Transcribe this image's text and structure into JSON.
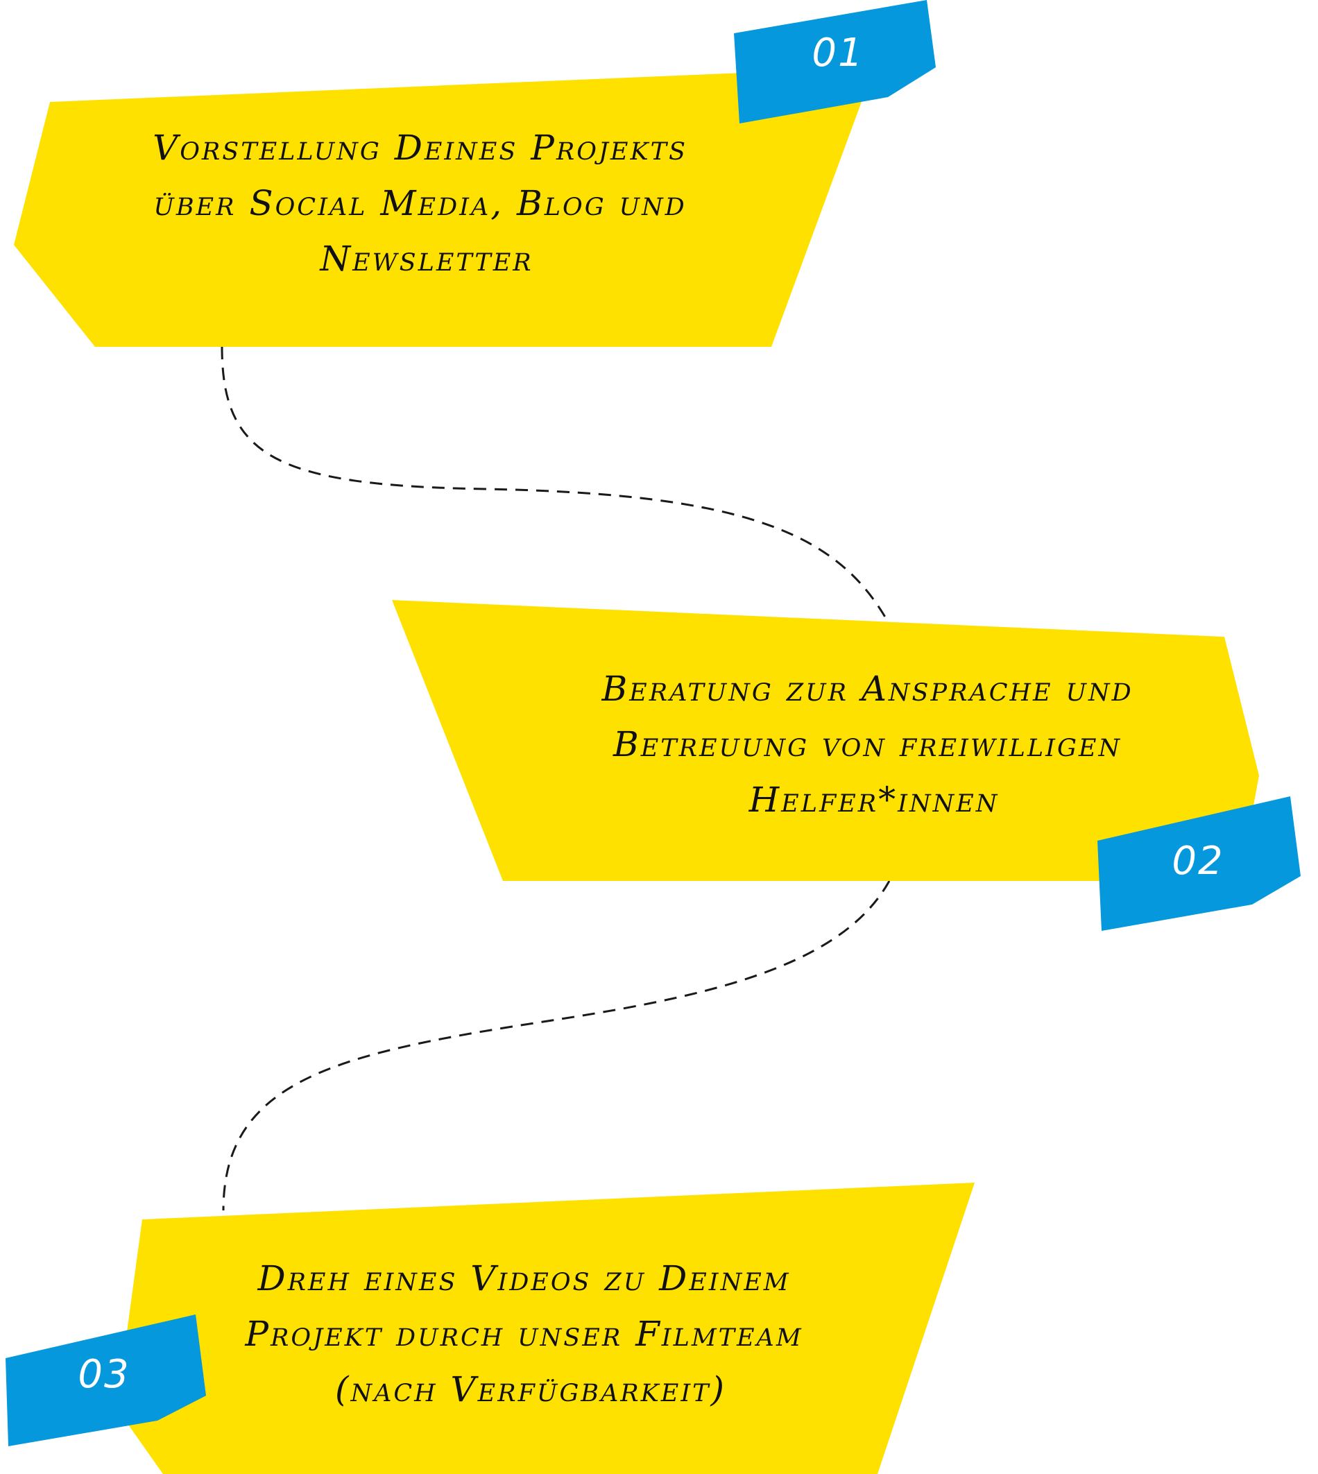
{
  "colors": {
    "card": "#FFE100",
    "badge": "#0598DC",
    "text": "#111111",
    "connector": "#1a1a1a",
    "background": "#ffffff"
  },
  "steps": [
    {
      "number": "01",
      "lines": [
        "Vorstellung Deines Projekts",
        "über Social Media, Blog und",
        "Newsletter"
      ]
    },
    {
      "number": "02",
      "lines": [
        "Beratung zur Ansprache und",
        "Betreuung von freiwilligen",
        "Helfer*innen"
      ]
    },
    {
      "number": "03",
      "lines": [
        "Dreh eines Videos zu Deinem",
        "Projekt durch unser Filmteam",
        "(nach Verfügbarkeit)"
      ]
    }
  ]
}
